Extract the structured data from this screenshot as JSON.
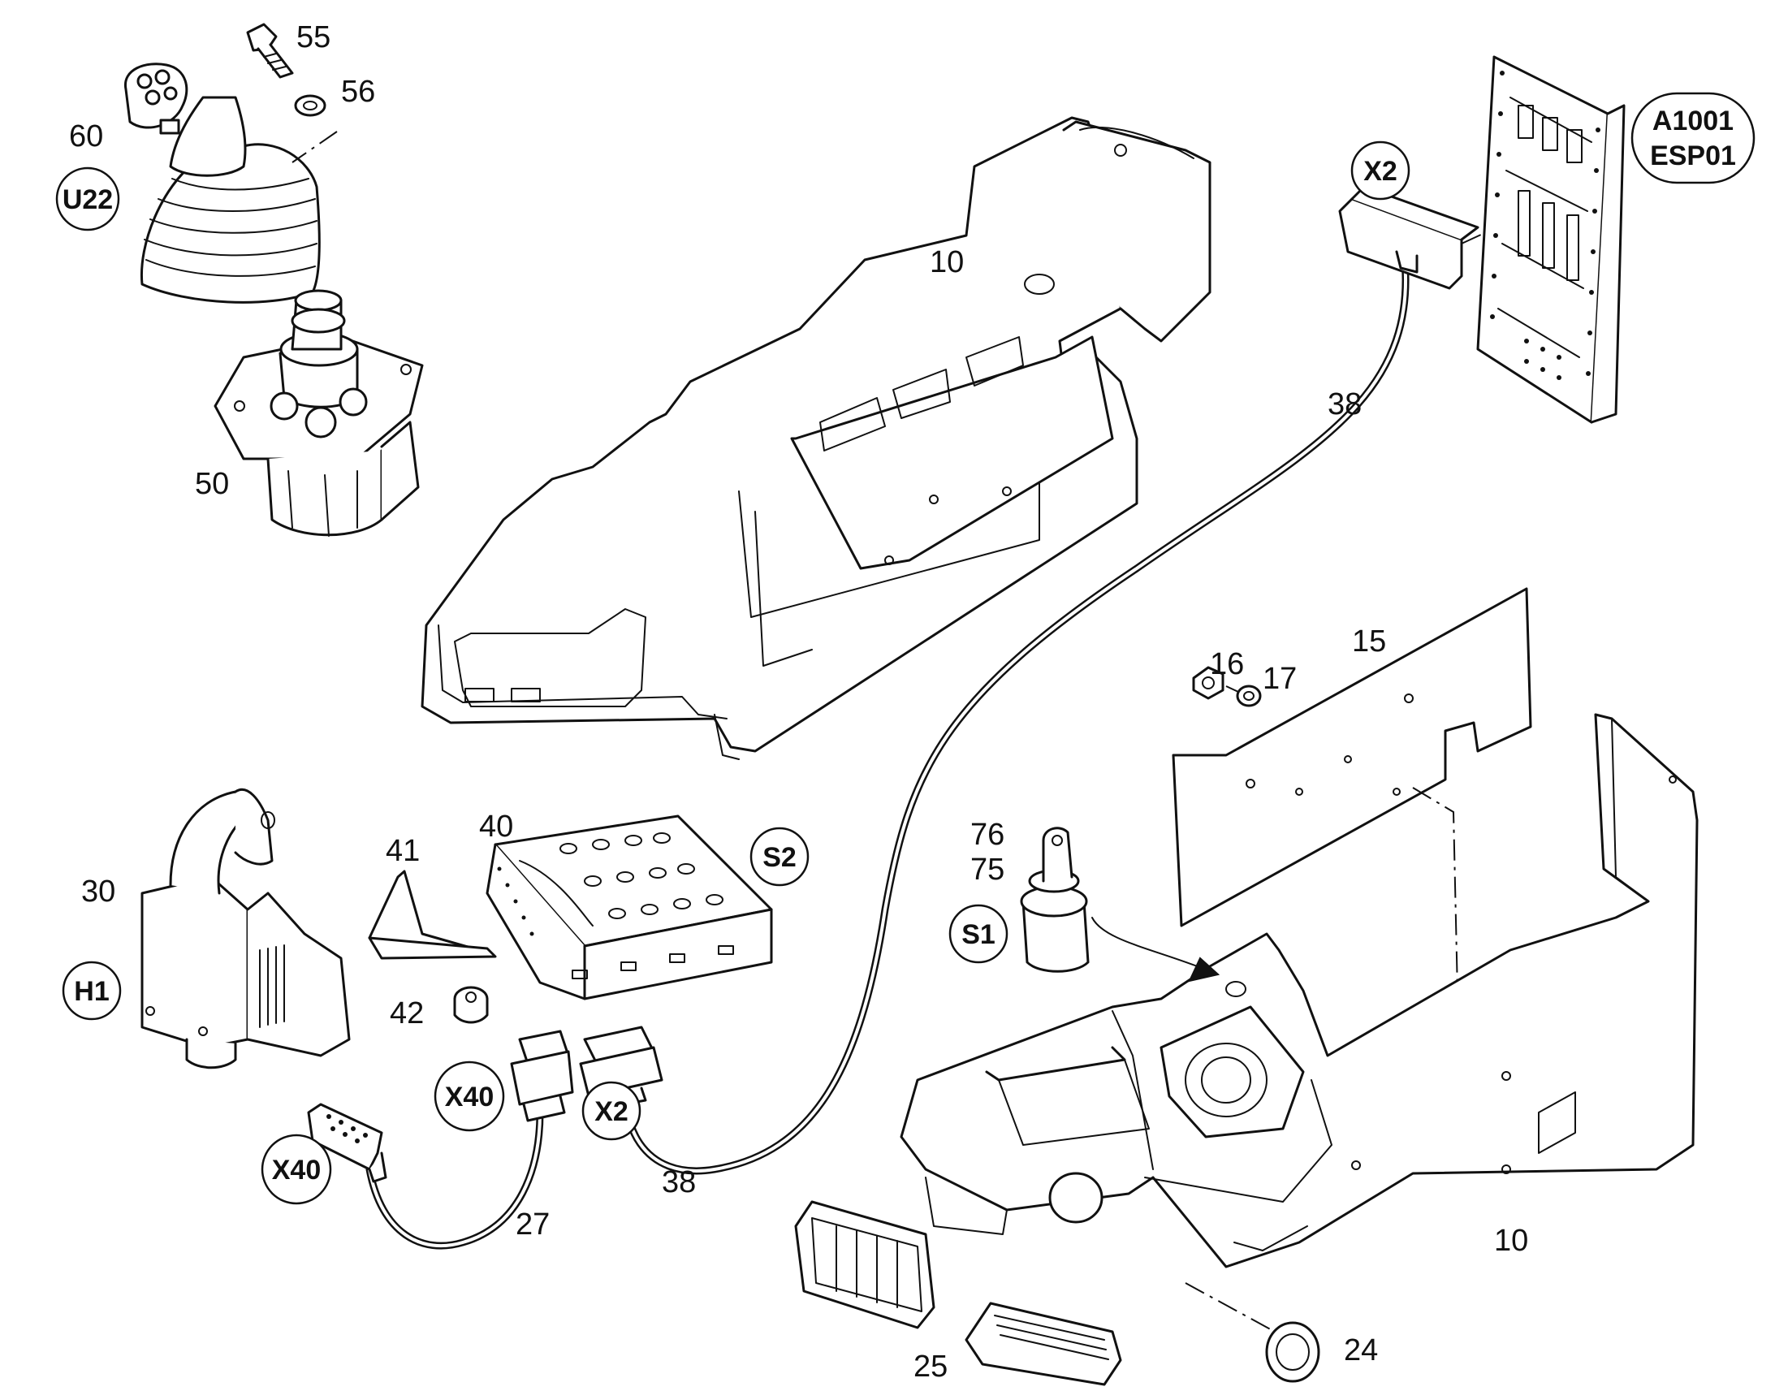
{
  "callouts": {
    "c10a": "10",
    "c10b": "10",
    "c15": "15",
    "c16": "16",
    "c17": "17",
    "c24": "24",
    "c25": "25",
    "c27": "27",
    "c30": "30",
    "c38a": "38",
    "c38b": "38",
    "c40": "40",
    "c41": "41",
    "c42": "42",
    "c50": "50",
    "c55": "55",
    "c56": "56",
    "c60": "60",
    "c75": "75",
    "c76": "76"
  },
  "tags": {
    "u22": "U22",
    "h1": "H1",
    "s1": "S1",
    "s2": "S2",
    "x2_top": "X2",
    "x2_mid": "X2",
    "x40_left": "X40",
    "x40_mid": "X40",
    "a1001_line1": "A1001",
    "a1001_line2": "ESP01"
  }
}
